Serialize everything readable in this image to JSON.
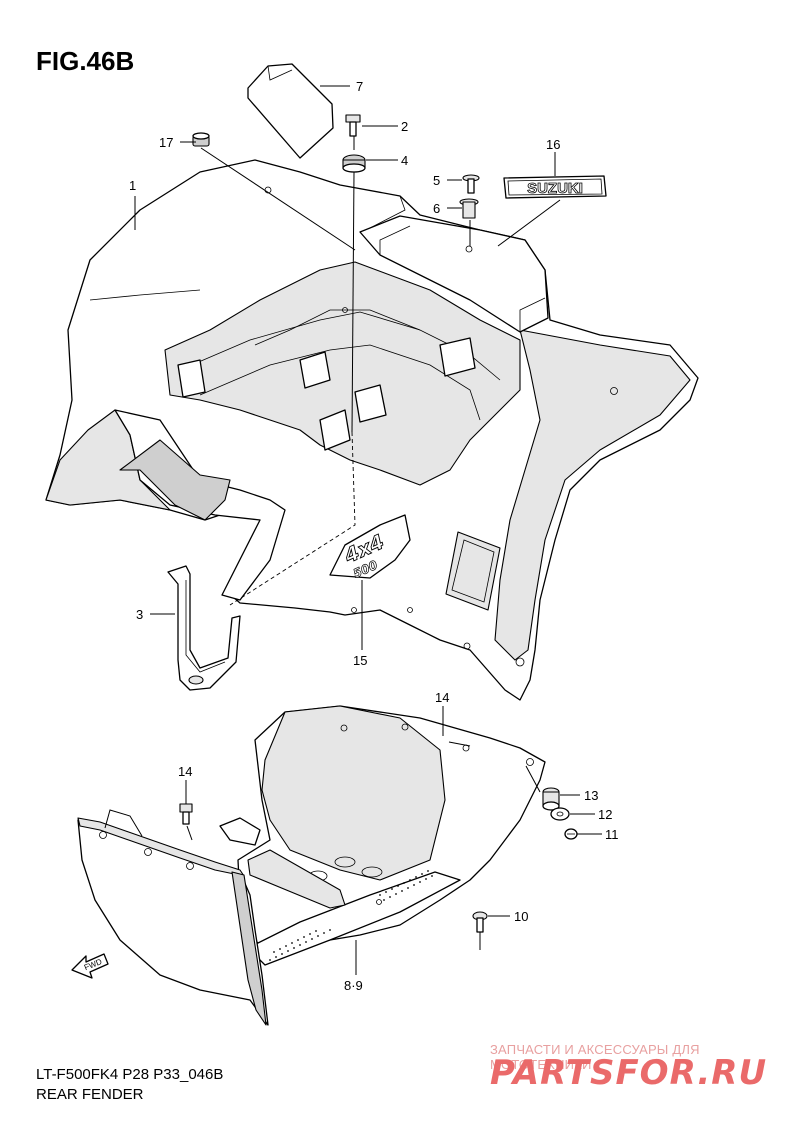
{
  "figure": {
    "title": "FIG.46B",
    "code": "LT-F500FK4 P28 P33_046B",
    "name": "REAR FENDER"
  },
  "labels": {
    "fwd": "FWD",
    "suzuki_badge": "SUZUKI",
    "decal_4x4": "4x4",
    "decal_500": "500"
  },
  "callouts": [
    {
      "id": "c1",
      "text": "1"
    },
    {
      "id": "c2",
      "text": "2"
    },
    {
      "id": "c3",
      "text": "3"
    },
    {
      "id": "c4",
      "text": "4"
    },
    {
      "id": "c5",
      "text": "5"
    },
    {
      "id": "c6",
      "text": "6"
    },
    {
      "id": "c7",
      "text": "7"
    },
    {
      "id": "c8",
      "text": "8·9"
    },
    {
      "id": "c10",
      "text": "10"
    },
    {
      "id": "c11",
      "text": "11"
    },
    {
      "id": "c12",
      "text": "12"
    },
    {
      "id": "c13",
      "text": "13"
    },
    {
      "id": "c14a",
      "text": "14"
    },
    {
      "id": "c14b",
      "text": "14"
    },
    {
      "id": "c15",
      "text": "15"
    },
    {
      "id": "c16",
      "text": "16"
    },
    {
      "id": "c17",
      "text": "17"
    }
  ],
  "watermark": {
    "tagline": "ЗАПЧАСТИ И АКСЕССУАРЫ ДЛЯ МОТОТЕХНИКИ",
    "brand": "PARTSFOR.RU"
  }
}
